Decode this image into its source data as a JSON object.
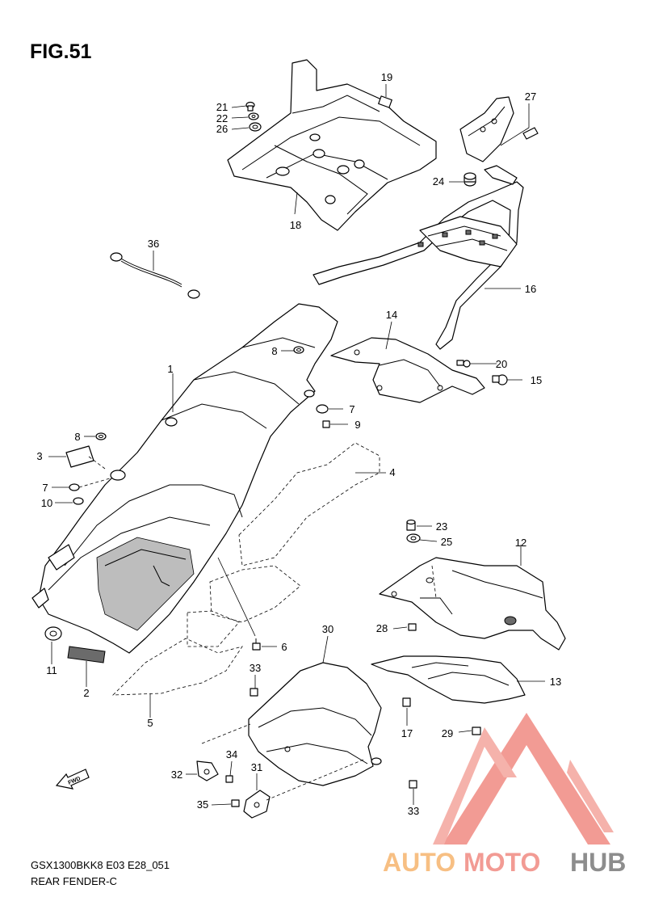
{
  "figure": {
    "title": "FIG.51",
    "model_code": "GSX1300BKK8 E03 E28_051",
    "section_name": "REAR FENDER-C"
  },
  "fwd_badge": "FWD",
  "watermark": {
    "part1": "AUTO",
    "part2": "MOTO",
    "part3": "HUB",
    "color_orange": "#f6b56e",
    "color_red": "#f08a82",
    "color_grey": "#7a7a7a"
  },
  "callouts": [
    {
      "n": "1"
    },
    {
      "n": "2"
    },
    {
      "n": "3"
    },
    {
      "n": "4"
    },
    {
      "n": "5"
    },
    {
      "n": "6"
    },
    {
      "n": "7"
    },
    {
      "n": "7"
    },
    {
      "n": "8"
    },
    {
      "n": "8"
    },
    {
      "n": "9"
    },
    {
      "n": "10"
    },
    {
      "n": "11"
    },
    {
      "n": "12"
    },
    {
      "n": "13"
    },
    {
      "n": "14"
    },
    {
      "n": "15"
    },
    {
      "n": "16"
    },
    {
      "n": "17"
    },
    {
      "n": "18"
    },
    {
      "n": "19"
    },
    {
      "n": "20"
    },
    {
      "n": "21"
    },
    {
      "n": "22"
    },
    {
      "n": "23"
    },
    {
      "n": "24"
    },
    {
      "n": "25"
    },
    {
      "n": "26"
    },
    {
      "n": "27"
    },
    {
      "n": "28"
    },
    {
      "n": "29"
    },
    {
      "n": "30"
    },
    {
      "n": "31"
    },
    {
      "n": "32"
    },
    {
      "n": "33"
    },
    {
      "n": "33"
    },
    {
      "n": "34"
    },
    {
      "n": "35"
    },
    {
      "n": "36"
    }
  ]
}
